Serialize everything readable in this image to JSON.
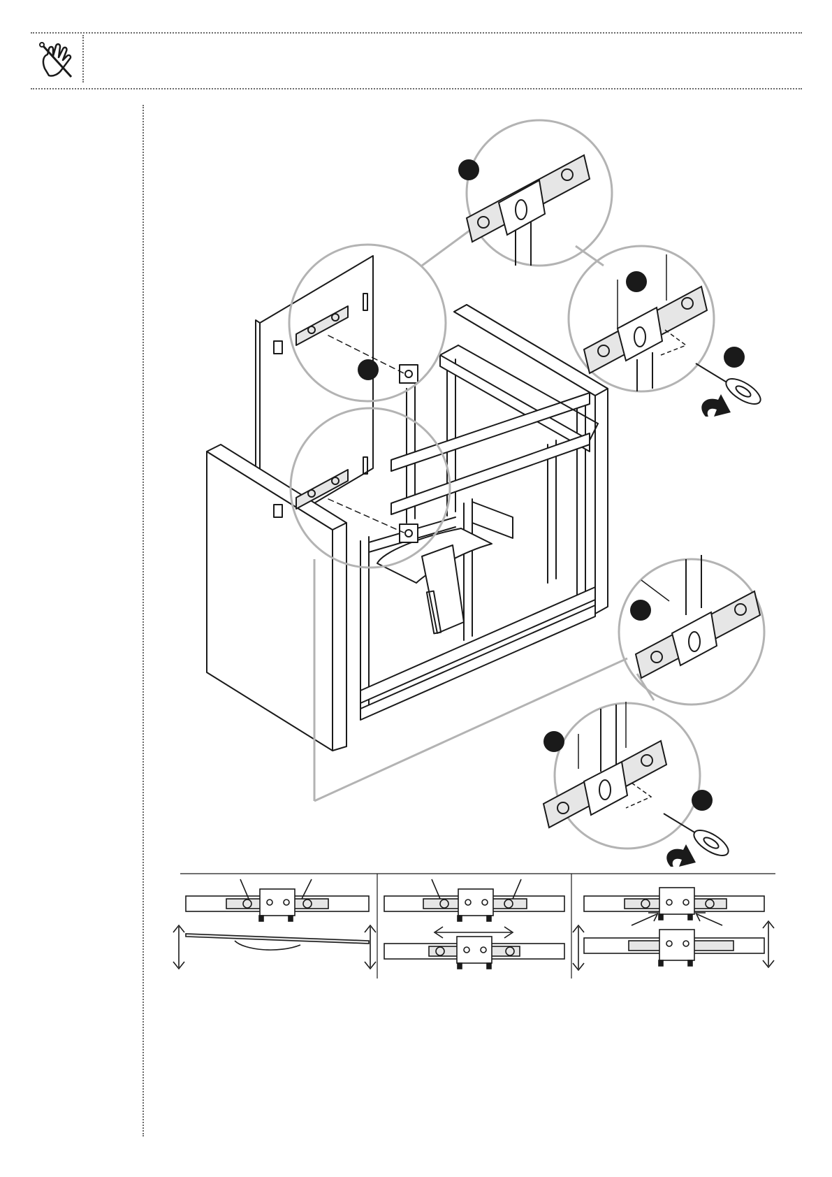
{
  "header": {
    "icon": "hand-tool-icon",
    "instruction": ""
  },
  "callouts": [
    {
      "id": "c1",
      "label": ""
    },
    {
      "id": "c2",
      "label": ""
    },
    {
      "id": "c3",
      "label": ""
    },
    {
      "id": "c4",
      "label": ""
    },
    {
      "id": "c5",
      "label": ""
    },
    {
      "id": "c6",
      "label": ""
    },
    {
      "id": "c7",
      "label": ""
    }
  ],
  "adjust_panels": [
    {
      "name": "height-adjust",
      "label": ""
    },
    {
      "name": "side-adjust",
      "label": ""
    },
    {
      "name": "depth-adjust",
      "label": ""
    }
  ],
  "footer": {
    "text": ""
  },
  "colors": {
    "ink": "#1a1a1a",
    "detail_circle": "#b3b3b3",
    "rail_fill": "#e6e6e6"
  }
}
